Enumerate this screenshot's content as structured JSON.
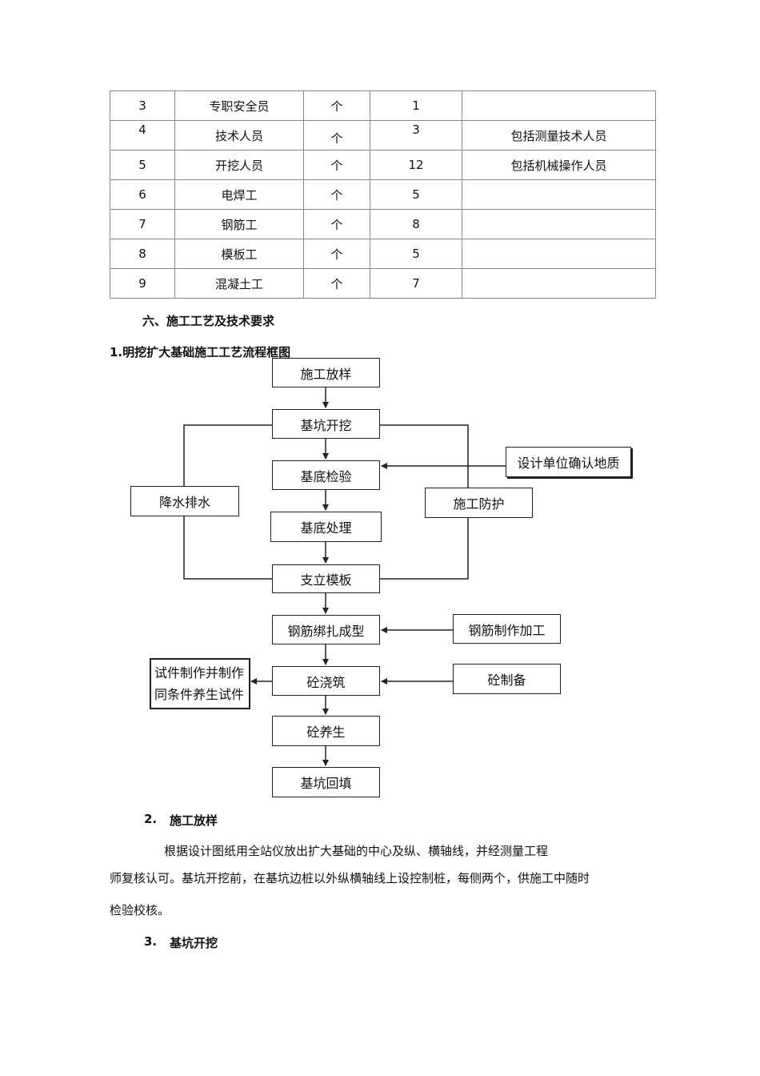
{
  "table": {
    "rows": [
      [
        "3",
        "专职安全员",
        "个",
        "1",
        ""
      ],
      [
        "4",
        "技术人员",
        "个",
        "3",
        "包括测量技术人员"
      ],
      [
        "5",
        "开挖人员",
        "个",
        "12",
        "包括机械操作人员"
      ],
      [
        "6",
        "电焊工",
        "个",
        "5",
        ""
      ],
      [
        "7",
        "钢筋工",
        "个",
        "8",
        ""
      ],
      [
        "8",
        "模板工",
        "个",
        "5",
        ""
      ],
      [
        "9",
        "混凝土工",
        "个",
        "7",
        ""
      ]
    ]
  },
  "section6_title": "六、施工工艺及技术要求",
  "sub1_title": "1.明挖扩大基础施工工艺流程框图",
  "flow": {
    "main": [
      "施工放样",
      "基坑开挖",
      "基底检验",
      "基底处理",
      "支立模板",
      "钢筋绑扎成型",
      "砼浇筑",
      "砼养生",
      "基坑回填"
    ],
    "left_drain": "降水排水",
    "right_protect": "施工防护",
    "design_confirm": "设计单位确认地质",
    "rebar_process": "钢筋制作加工",
    "concrete_prep": "砼制备",
    "test_line1": "试件制作并制作",
    "test_line2": "同条件养生试件"
  },
  "sub2_number": "2.",
  "sub2_title": "施工放样",
  "sub2_para_line1": "根据设计图纸用全站仪放出扩大基础的中心及纵、横轴线，并经测量工程",
  "sub2_para_line2": "师复核认可。基坑开挖前，在基坑边桩以外纵横轴线上设控制桩，每侧两个，供施工中随时",
  "sub2_para_line3": "检验校核。",
  "sub3_number": "3.",
  "sub3_title": "基坑开挖"
}
